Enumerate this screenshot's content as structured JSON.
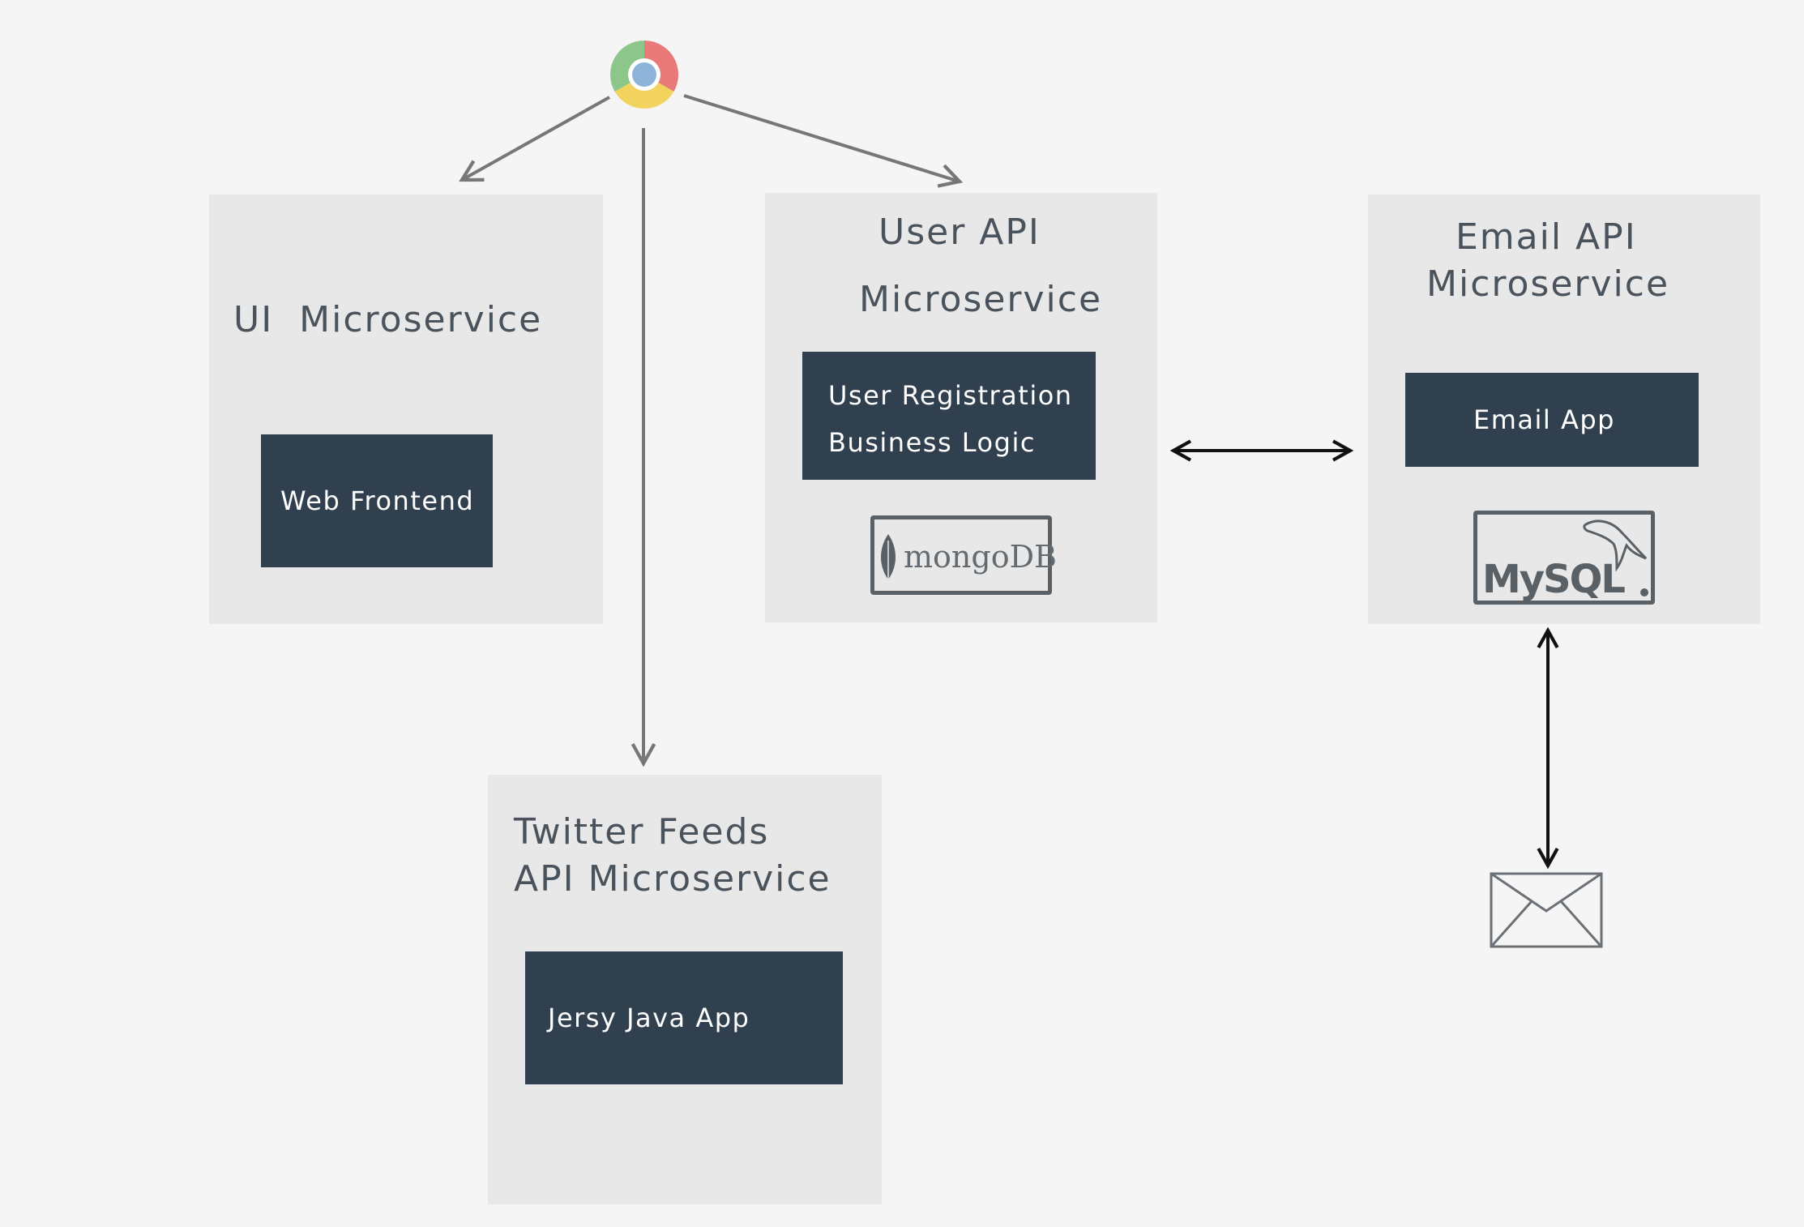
{
  "browser": {
    "icon": "chrome-icon"
  },
  "ui_service": {
    "title": "UI  Microservice",
    "app_label": "Web Frontend"
  },
  "user_service": {
    "title_line1": "User API",
    "title_line2": "Microservice",
    "app_line1": "User Registration",
    "app_line2": "Business Logic",
    "db_label": "mongoDB"
  },
  "email_service": {
    "title_line1": "Email API",
    "title_line2": "Microservice",
    "app_label": "Email App",
    "db_label": "MySQL"
  },
  "twitter_service": {
    "title_line1": "Twitter Feeds",
    "title_line2": "API Microservice",
    "app_label": "Jersy Java App"
  },
  "mail": {
    "icon": "envelope-icon"
  },
  "colors": {
    "background": "#f5f5f5",
    "panel": "#e8e8e8",
    "app_box": "#30404e",
    "title_text": "#4a535b",
    "gray_arrow": "#777777",
    "black_arrow": "#111111"
  }
}
